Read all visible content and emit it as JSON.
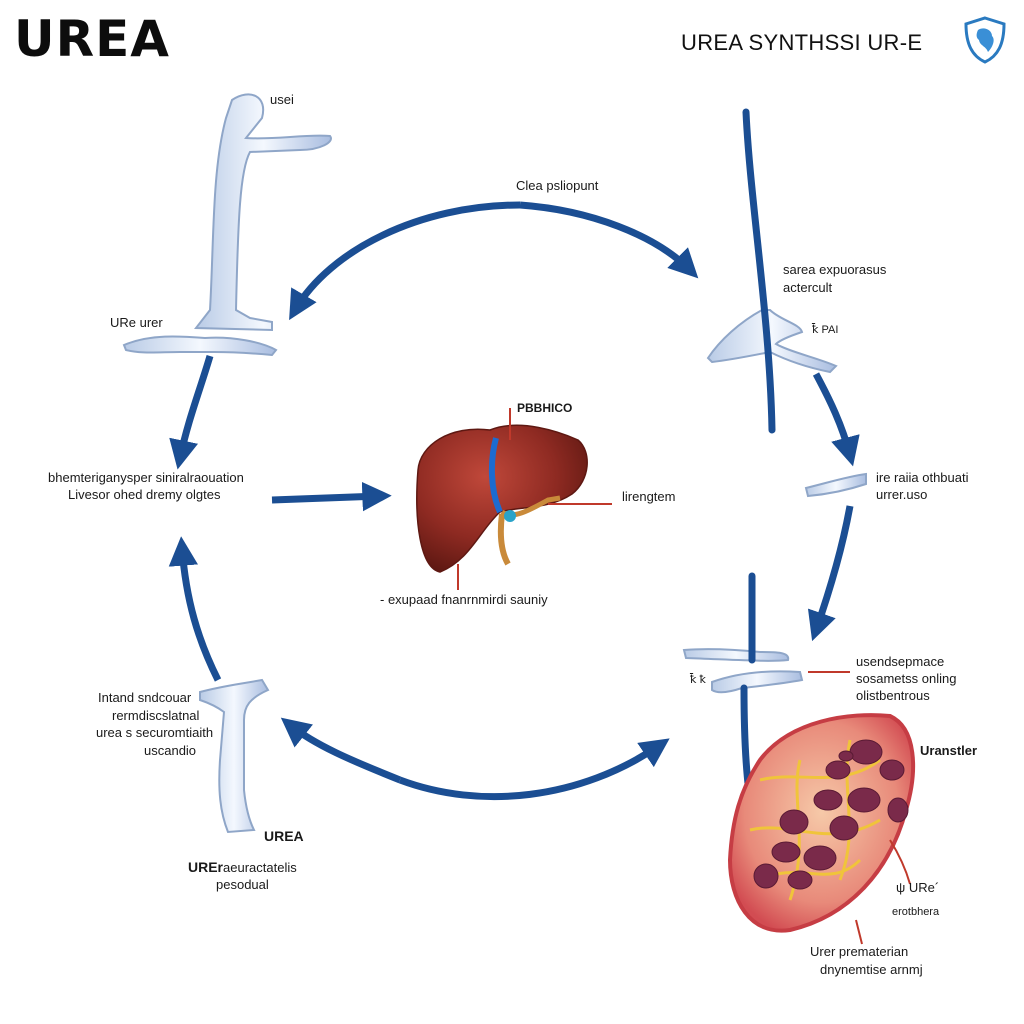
{
  "header": {
    "title": "UREA",
    "subtitle": "UREA SYNTHSSI  UR-E",
    "logo_icon": "shield-map-logo-icon"
  },
  "labels": {
    "top_left_tube": "usei",
    "top_center": "Clea psliopunt",
    "left_tube": "URe urer",
    "right_top_line1": "sarea expuorasus",
    "right_top_line2": "actercult",
    "right_small_top": "ꝁ̄ PAI",
    "left_mid_line1": "bhemteriganysper siniralraouation",
    "left_mid_line2": "Livesor ohed dremy olgtes",
    "liver_top": "PBBHICO",
    "liver_right": "lirengtem",
    "liver_bottom": "- exupaad fnanrnmirdi sauniy",
    "right_mid_line1": "ire raiia othbuati",
    "right_mid_line2": "urrer.uso",
    "right_lower_line1": "usendsepmace",
    "right_lower_line2": "sosametss onling",
    "right_lower_line3": "olistbentrous",
    "right_small_lower": "ꝁ̄ ꝁ",
    "left_lower_line1": "Intand sndcouar",
    "left_lower_line2": "rermdiscslatnal",
    "left_lower_line3": "urea s securomtiaith",
    "left_lower_line4": "uscandio",
    "bottom_tube_bold": "UREA",
    "bottom_left_bold": "UREr",
    "bottom_left_rest": "aeuractatelis",
    "bottom_left_line2": "pesodual",
    "kidney_label": "Uranstler",
    "kidney_side_line1": "ψ URe´",
    "kidney_side_line2": "erotbhera",
    "kidney_bottom_line1": "Urer prematerian",
    "kidney_bottom_line2": "dnynemtise arnmj"
  },
  "colors": {
    "arrow_blue": "#1b4e93",
    "tube_fill": "#e6eefa",
    "tube_stroke": "#8fa6c8",
    "liver": "#8e2a22",
    "kidney_outer": "#d9555a",
    "kidney_lobe": "#7a2a4a",
    "kidney_vessel": "#f0c43a",
    "pointer_red": "#c0392b"
  }
}
